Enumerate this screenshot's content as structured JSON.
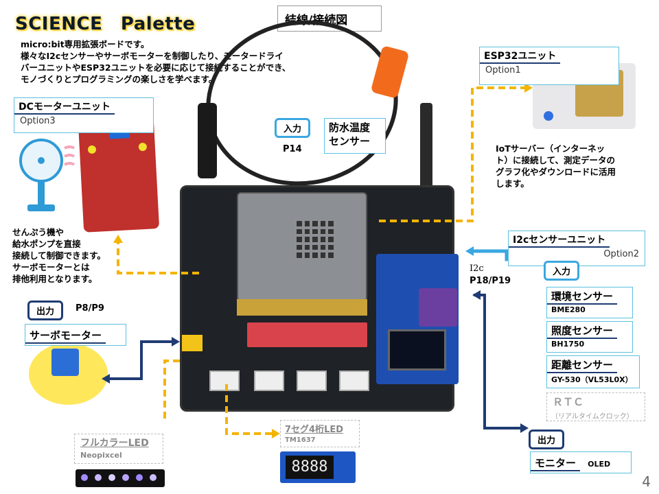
{
  "title": "SCIENCE　Palette",
  "intro": [
    "micro:bit専用拡張ボードです。",
    "様々なI2cセンサーやサーボモーターを制御したり、モータードライ",
    "バーユニットやESP32ユニットを必要に応じて接続することができ、",
    "モノづくりとプログラミングの楽しさを学べます。"
  ],
  "wiring_label": "結線/接続図",
  "esp32": {
    "title": "ESP32ユニット",
    "option": "Option1"
  },
  "esp32_note": [
    "IoTサーバー（インターネッ",
    "ト）に接続して、測定データの",
    "グラフ化やダウンロードに活用",
    "します。"
  ],
  "dc_motor": {
    "title": "DCモーターユニット",
    "option": "Option3"
  },
  "dc_note": [
    "せんぷう機や",
    "給水ポンプを直接",
    "接続して制御できます。",
    "サーボモーターとは",
    "排他利用となります。"
  ],
  "input_tag": "入力",
  "waterproof_sensor": "防水温度\nセンサー",
  "waterproof_pin": "P14",
  "i2c_unit": {
    "title": "I2cセンサーユニット",
    "option": "Option2"
  },
  "i2c_label": "I2c",
  "i2c_pins": "P18/P19",
  "i2c_input_tag": "入力",
  "sensors": [
    {
      "name": "環境センサー",
      "model": "BME280"
    },
    {
      "name": "照度センサー",
      "model": "BH1750"
    },
    {
      "name": "距離センサー",
      "model": "GY-530（VL53L0X）"
    }
  ],
  "rtc": {
    "name": "ＲＴＣ",
    "sub": "（リアルタイムクロック）"
  },
  "output_tag": "出力",
  "servo_pins": "P8/P9",
  "servo_label": "サーボモーター",
  "monitor_output_tag": "出力",
  "monitor": {
    "name": "モニター",
    "sub": "OLED"
  },
  "sevenseg": {
    "name": "7セグ4桁LED",
    "model": "TM1637",
    "digits": "8888"
  },
  "fullcolor": {
    "name": "フルカラーLED",
    "model": "Neopixcel"
  },
  "page_number": "4",
  "colors": {
    "accent_blue": "#3aa7e0",
    "navy": "#1f3b73",
    "orange_dashed": "#f4b400",
    "title_glow": "#ffd84a"
  }
}
